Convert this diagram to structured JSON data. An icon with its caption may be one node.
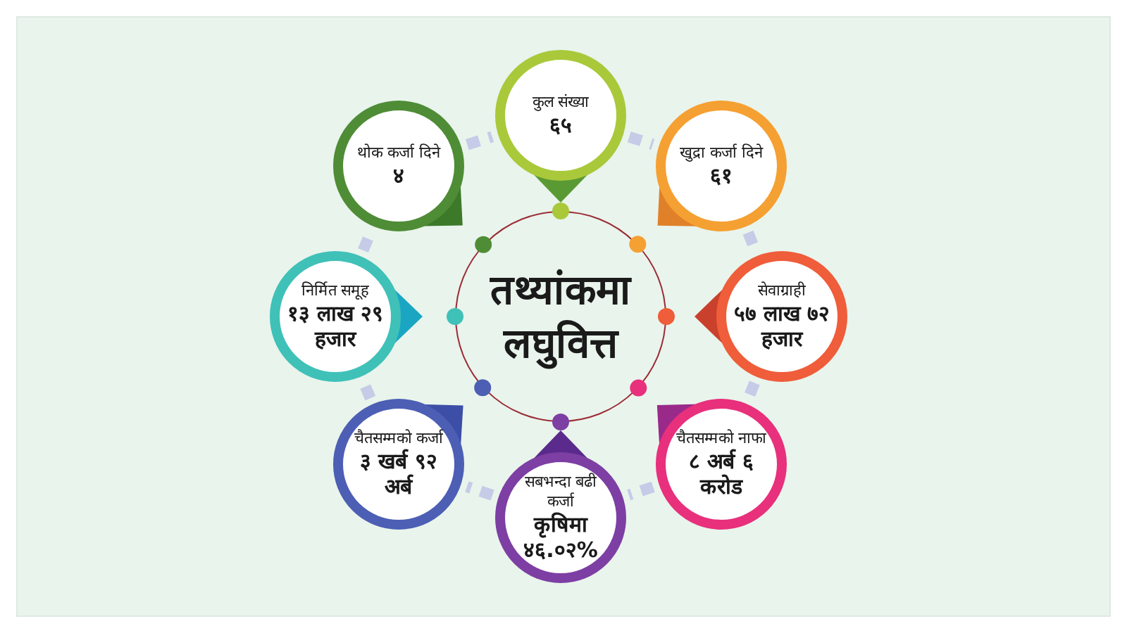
{
  "diagram": {
    "nodes": [
      {
        "text": [
          "तथ्यांकमा लघुवित्त"
        ]
      },
      {
        "text": [
          "कुल संख्या",
          "६५"
        ]
      },
      {
        "text": [
          "खुद्रा कर्जा दिने",
          "६१"
        ]
      },
      {
        "text": [
          "सेवाग्राही",
          "५७ लाख ७२ हजार"
        ]
      },
      {
        "text": [
          "चैतसम्मको नाफा",
          "८ अर्ब ६ करोड"
        ]
      },
      {
        "text": [
          "सबभन्दा बढी कर्जा",
          "कृषिमा ४६.०२%"
        ]
      },
      {
        "text": [
          "चैतसम्मको कर्जा",
          "३ खर्ब ९२ अर्ब"
        ]
      },
      {
        "text": [
          "निर्मित समूह",
          "१३ लाख २९ हजार"
        ]
      },
      {
        "text": [
          "थोक कर्जा दिने",
          "४"
        ]
      }
    ],
    "edges": [
      {
        "from": 1,
        "to": 2,
        "arrow": "none",
        "style": "dashed"
      },
      {
        "from": 2,
        "to": 3,
        "arrow": "none",
        "style": "dashed"
      },
      {
        "from": 3,
        "to": 4,
        "arrow": "none",
        "style": "dashed"
      },
      {
        "from": 4,
        "to": 5,
        "arrow": "none",
        "style": "dashed"
      },
      {
        "from": 5,
        "to": 6,
        "arrow": "none",
        "style": "dashed"
      },
      {
        "from": 6,
        "to": 7,
        "arrow": "none",
        "style": "dashed"
      },
      {
        "from": 7,
        "to": 8,
        "arrow": "none",
        "style": "dashed"
      },
      {
        "from": 8,
        "to": 1,
        "arrow": "none",
        "style": "dashed"
      }
    ]
  }
}
